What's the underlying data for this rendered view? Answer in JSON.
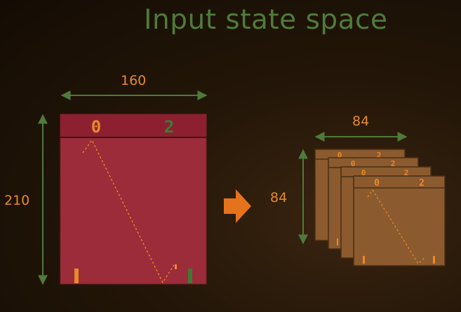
{
  "title": "Input state space",
  "original": {
    "width_label": "160",
    "height_label": "210",
    "score_left": "0",
    "score_right": "2",
    "frame_color": "#9c2c39",
    "bar_color": "#8c2030"
  },
  "processed": {
    "width_label": "84",
    "height_label": "84",
    "score_left": "0",
    "score_right": "2",
    "frame_color": "#8b5a2e",
    "stack_count": 4
  },
  "colors": {
    "arrow_dim": "#4f7a3a",
    "paddle_left": "#e8892c",
    "paddle_right": "#3f7a34",
    "transform_arrow": "#e6731c",
    "ball_trail": "#e8892c"
  },
  "icons": {
    "transform": "right-arrow-icon"
  }
}
